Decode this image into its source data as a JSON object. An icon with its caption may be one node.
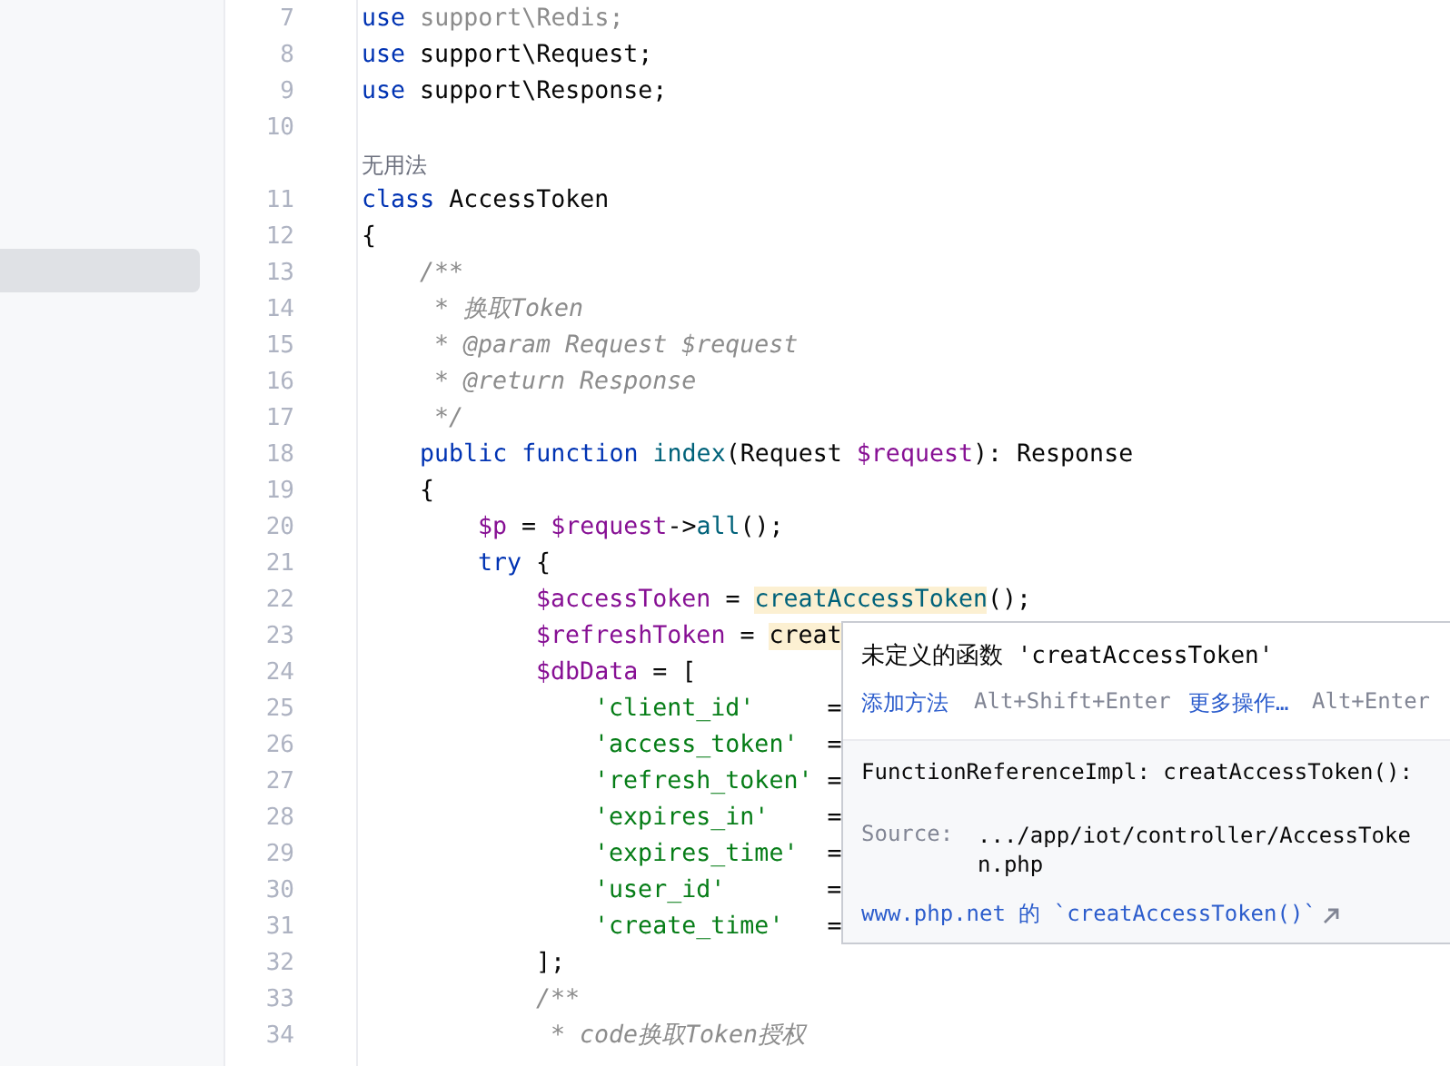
{
  "diagram": {
    "nodes": [
      {
        "text": [
          "未定义的函数 'creatAccessToken'",
          "添加方法",
          "Alt+Shift+Enter",
          "更多操作…",
          "Alt+Enter",
          "FunctionReferenceImpl: creatAccessToken():",
          "Source:",
          ".../app/iot/controller/AccessToken.php",
          "www.php.net 的 `creatAccessToken()`"
        ]
      }
    ],
    "labels": [
      "7",
      "use support\\Redis;",
      "8",
      "use support\\Request;",
      "9",
      "use support\\Response;",
      "10",
      "无用法",
      "11",
      "class AccessToken",
      "12",
      "{",
      "13",
      "/**",
      "14",
      "* 换取Token",
      "15",
      "* @param Request $request",
      "16",
      "* @return Response",
      "17",
      "*/",
      "18",
      "public function index(Request $request): Response",
      "19",
      "{",
      "20",
      "$p = $request->all();",
      "21",
      "try {",
      "22",
      "$accessToken = creatAccessToken();",
      "23",
      "$refreshToken = creat",
      "24",
      "$dbData = [",
      "25",
      "'client_id'     =",
      "26",
      "'access_token'  =",
      "27",
      "'refresh_token' =",
      "28",
      "'expires_in'    =",
      "29",
      "'expires_time'  =",
      "30",
      "'user_id'       =",
      "31",
      "'create_time'   =",
      "32",
      "];",
      "33",
      "/**",
      "34",
      "* code换取Token授权"
    ]
  }
}
